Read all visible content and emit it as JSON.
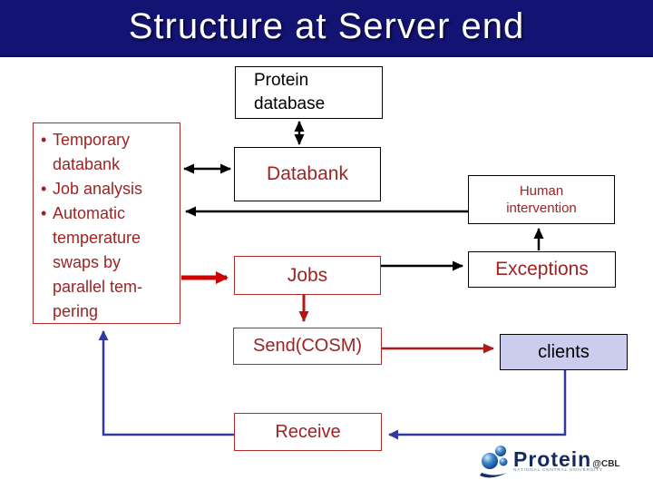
{
  "slide": {
    "title": "Structure at Server end"
  },
  "colors": {
    "header_bg": "#131374",
    "box_text_red": "#9e2323",
    "box_border_red": "#ae2c2c",
    "arrow_black": "#000000",
    "arrow_red": "#b21616",
    "arrow_red_thick": "#cc0000",
    "arrow_blue": "#3339a0",
    "clients_bg": "#ccccee"
  },
  "boxes": {
    "protein_database": {
      "label": "Protein\ndatabase"
    },
    "databank": {
      "label": "Databank"
    },
    "human_intervention": {
      "label": "Human\nintervention"
    },
    "jobs": {
      "label": "Jobs"
    },
    "exceptions": {
      "label": "Exceptions"
    },
    "send_cosm": {
      "label": "Send(COSM)"
    },
    "clients": {
      "label": "clients"
    },
    "receive": {
      "label": "Receive"
    }
  },
  "left_panel": {
    "items": [
      {
        "text": "Temporary\ndatabank"
      },
      {
        "text": "Job analysis"
      },
      {
        "text": "Automatic\ntemperature\nswaps by\nparallel tem-\npering"
      }
    ]
  },
  "logo": {
    "name": "Protein",
    "cbl": "@CBL",
    "subtitle": "NATIONAL CENTRAL UNIVERSITY"
  }
}
